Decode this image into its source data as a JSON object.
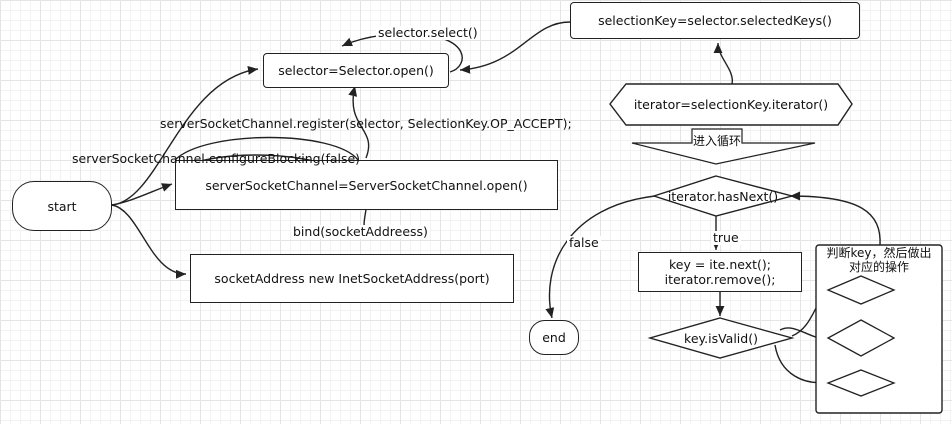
{
  "nodes": {
    "start": "start",
    "end": "end",
    "selector_open": "selector=Selector.open()",
    "server_channel_open": "serverSocketChannel=ServerSocketChannel.open()",
    "socket_address": "socketAddress new InetSocketAddress(port)",
    "selected_keys": "selectionKey=selector.selectedKeys()",
    "iterator": "iterator=selectionKey.iterator()",
    "loop_entry": "进入循环",
    "has_next": "iterator.hasNext()",
    "next_remove_1": "key = ite.next();",
    "next_remove_2": "iterator.remove();",
    "is_valid": "key.isValid()",
    "handler_group_1": "判断key，然后做出",
    "handler_group_2": "对应的操作"
  },
  "edge_labels": {
    "select": "selector.select()",
    "register": "serverSocketChannel.register(selector, SelectionKey.OP_ACCEPT);",
    "configure_blocking": "serverSocketChannel.configureBlocking(false)",
    "bind": "bind(socketAddreess)",
    "false": "false",
    "true": "true"
  },
  "colors": {
    "stroke": "#222222",
    "grid": "#e4e4e4",
    "background": "#ffffff"
  }
}
